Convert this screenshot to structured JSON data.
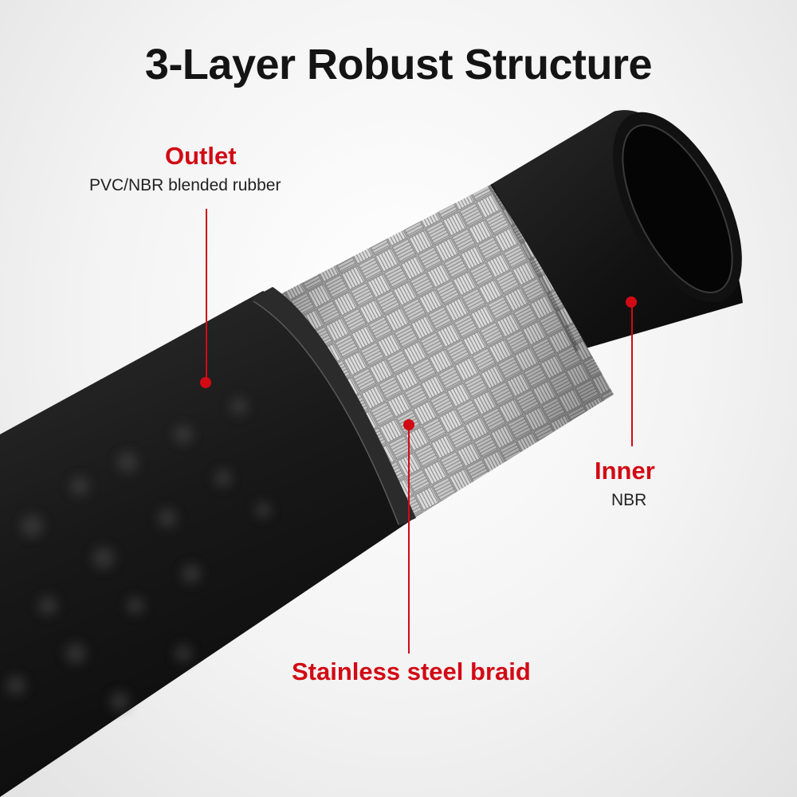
{
  "title": "3-Layer Robust Structure",
  "colors": {
    "accent": "#d20a14",
    "title": "#141414",
    "hose_rubber": "#141414",
    "braid_steel": "#c9c9c9"
  },
  "labels": {
    "outlet": {
      "name": "Outlet",
      "material": "PVC/NBR blended rubber"
    },
    "inner": {
      "name": "Inner",
      "material": "NBR"
    },
    "braid": {
      "name": "Stainless steel braid"
    }
  }
}
